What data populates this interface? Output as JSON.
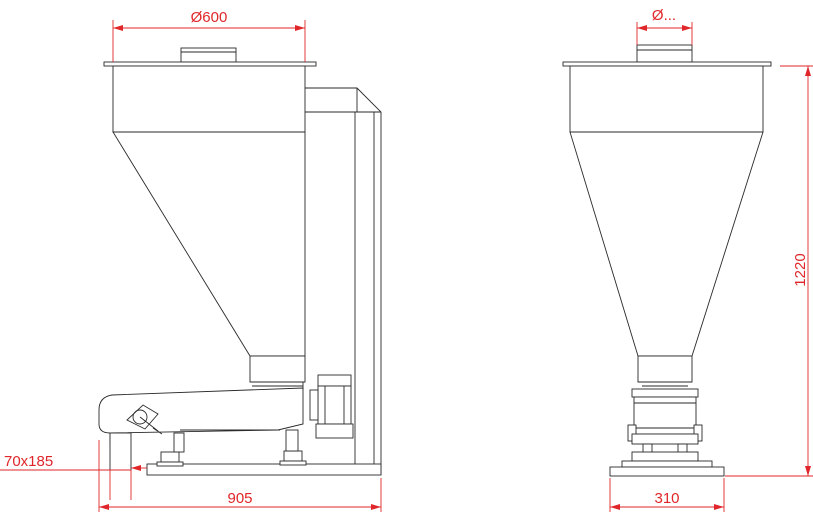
{
  "colors": {
    "dimension": "#e0262a",
    "outline": "#2a2a2a",
    "background": "#ffffff"
  },
  "dimensions": {
    "side_top_diameter": "Ø600",
    "front_top_diameter": "Ø...",
    "side_width": "905",
    "front_width": "310",
    "height": "1220",
    "outlet": "70x185"
  }
}
